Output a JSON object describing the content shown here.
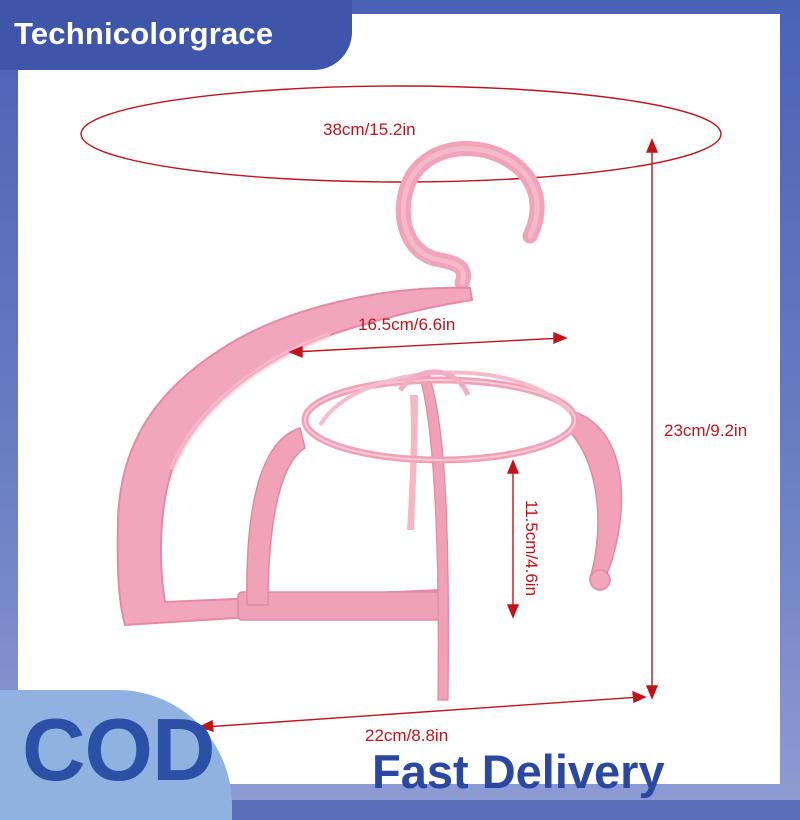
{
  "brand": {
    "name": "Technicolorgrace"
  },
  "dimensions": {
    "top_width": "38cm/15.2in",
    "inner_width": "16.5cm/6.6in",
    "total_height": "23cm/9.2in",
    "inner_height": "11.5cm/4.6in",
    "bottom_width": "22cm/8.8in"
  },
  "badges": {
    "cod": "COD",
    "fast_delivery": "Fast Delivery"
  },
  "colors": {
    "frame": "#4a62b6",
    "product": "#f2a6bd",
    "dimension": "#c0141b",
    "cod_text": "#2d4fa6"
  },
  "icons": {
    "product": "pink-wig-hat-hanger"
  }
}
